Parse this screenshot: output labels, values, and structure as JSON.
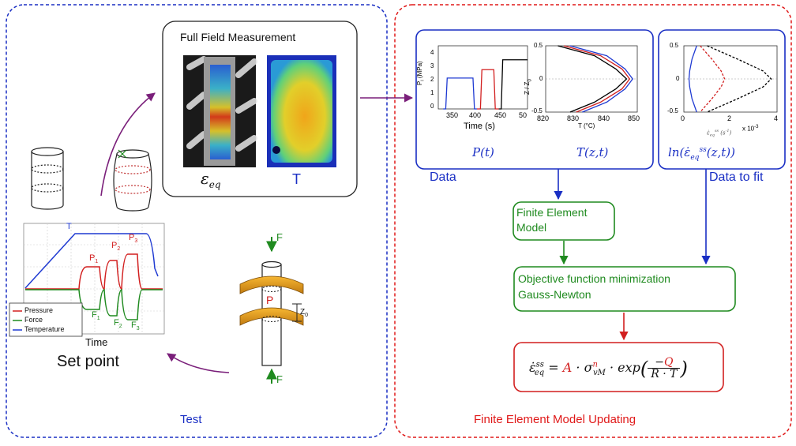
{
  "panels": {
    "test_title": "Test",
    "fe_title": "Finite Element Model Updating"
  },
  "full_field": {
    "title": "Full Field Measurement",
    "strain_symbol": "εeq",
    "temp_symbol": "T"
  },
  "setpoint": {
    "title": "Set point",
    "xlabel": "Time",
    "labels": [
      "T",
      "P1",
      "P2",
      "P3",
      "F1",
      "F2",
      "F3"
    ],
    "legend": [
      "Pressure",
      "Force",
      "Temperature"
    ]
  },
  "specimen": {
    "force_label": "F",
    "pressure_label": "P",
    "z_label": "Z0"
  },
  "data_box": {
    "caption": "Data",
    "p_symbol": "P(t)",
    "t_symbol": "T(z,t)"
  },
  "fit_box": {
    "caption": "Data to fit",
    "symbol": "ln(ε̇eq ss (z,t))"
  },
  "fe_model": {
    "label_line1": "Finite Element",
    "label_line2": "Model"
  },
  "objective": {
    "label_line1": "Objective function minimization",
    "label_line2": "Gauss-Newton"
  },
  "law": {
    "lhs": "ε̇",
    "text": "= A · σvM n · exp(−Q / R·T)"
  },
  "colors": {
    "blue_frame": "#1a2fc4",
    "red_frame": "#e01919",
    "green": "#1f8a1f",
    "purple": "#7a1f7a",
    "pressure": "#d21f1f",
    "force": "#1f8a1f",
    "temperature": "#1f3ad2"
  },
  "chart_data": [
    {
      "type": "line",
      "xlabel": "Time (s)",
      "ylabel": "P (MPa)",
      "xlim": [
        320,
        500
      ],
      "ylim": [
        0,
        4.5
      ],
      "xticks": [
        "350",
        "400",
        "450",
        "50"
      ],
      "yticks": [
        "0",
        "1",
        "2",
        "3",
        "4"
      ],
      "series": [
        {
          "color": "#1f3ad2",
          "x": [
            330,
            335,
            338,
            390,
            393,
            398
          ],
          "y": [
            0,
            0,
            2.2,
            2.2,
            0,
            0
          ]
        },
        {
          "color": "#d21f1f",
          "x": [
            398,
            405,
            408,
            432,
            435,
            442
          ],
          "y": [
            0,
            0,
            2.8,
            2.8,
            0,
            0
          ]
        },
        {
          "color": "#000000",
          "x": [
            442,
            447,
            450,
            500
          ],
          "y": [
            0,
            0,
            3.5,
            3.5
          ]
        }
      ]
    },
    {
      "type": "line",
      "xlabel": "T (°C)",
      "ylabel": "Z / Z0",
      "xlim": [
        820,
        850
      ],
      "ylim": [
        -0.5,
        0.5
      ],
      "xticks": [
        "820",
        "830",
        "840",
        "850"
      ],
      "yticks": [
        "0.5",
        "0",
        "-0.5"
      ],
      "series": [
        {
          "color": "#1f3ad2",
          "x": [
            828,
            840,
            846,
            848.5,
            846,
            840,
            832
          ],
          "y": [
            0.5,
            0.35,
            0.15,
            0,
            -0.15,
            -0.35,
            -0.5
          ]
        },
        {
          "color": "#d21f1f",
          "x": [
            826,
            838,
            845,
            847.5,
            845,
            838,
            830
          ],
          "y": [
            0.5,
            0.35,
            0.15,
            0,
            -0.15,
            -0.35,
            -0.5
          ]
        },
        {
          "color": "#000000",
          "x": [
            824,
            836,
            843,
            846.5,
            843,
            836,
            828
          ],
          "y": [
            0.5,
            0.35,
            0.15,
            0,
            -0.15,
            -0.35,
            -0.5
          ]
        }
      ]
    },
    {
      "type": "line",
      "xlabel": "ε̇eq ss (s⁻¹)",
      "xmultiplier": "x 10-3",
      "xlim": [
        0,
        4
      ],
      "ylim": [
        -0.5,
        0.5
      ],
      "xticks": [
        "0",
        "2",
        "4"
      ],
      "yticks": [
        "0.5",
        "0",
        "-0.5"
      ],
      "series": [
        {
          "color": "#1f3ad2",
          "style": "solid",
          "x": [
            0.55,
            0.35,
            0.25,
            0.22,
            0.25,
            0.35,
            0.55
          ],
          "y": [
            0.5,
            0.3,
            0.12,
            0,
            -0.12,
            -0.3,
            -0.5
          ]
        },
        {
          "color": "#d21f1f",
          "style": "dashed",
          "x": [
            0.7,
            1.2,
            1.6,
            1.75,
            1.6,
            1.2,
            0.7
          ],
          "y": [
            0.5,
            0.3,
            0.12,
            0,
            -0.12,
            -0.3,
            -0.5
          ]
        },
        {
          "color": "#000000",
          "style": "dashed",
          "x": [
            1.0,
            2.3,
            3.4,
            3.75,
            3.4,
            2.3,
            1.0
          ],
          "y": [
            0.5,
            0.3,
            0.12,
            0,
            -0.12,
            -0.3,
            -0.5
          ]
        }
      ]
    }
  ]
}
